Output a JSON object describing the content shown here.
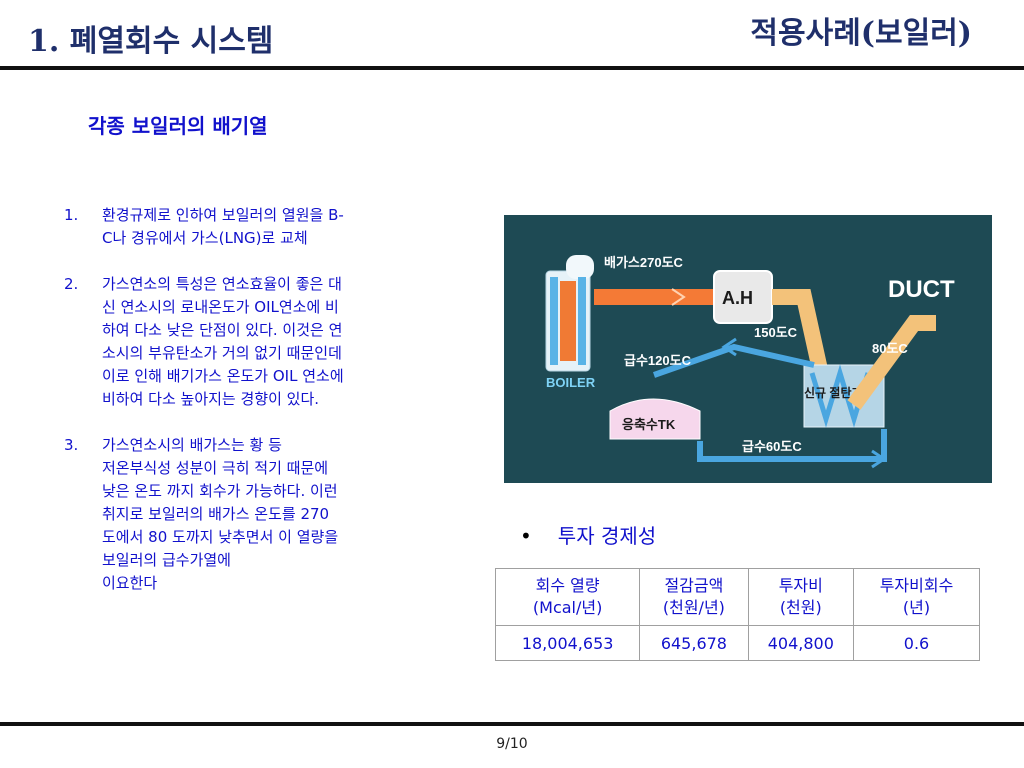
{
  "header": {
    "title": "1. 폐열회수 시스템",
    "subtitle": "적용사례(보일러)"
  },
  "section": {
    "heading": "각종 보일러의 배기열",
    "items": [
      {
        "num": "1.",
        "text": "환경규제로 인하여 보일러의 열원을 B-\nC나 경유에서 가스(LNG)로 교체"
      },
      {
        "num": "2.",
        "text": "가스연소의 특성은 연소효율이 좋은 대\n신 연소시의 로내온도가 OIL연소에 비\n하여 다소 낮은 단점이 있다. 이것은 연\n소시의 부유탄소가 거의 없기 때문인데\n이로 인해 배기가스 온도가 OIL 연소에\n비하여 다소 높아지는 경향이 있다."
      },
      {
        "num": "3.",
        "text": "가스연소시의 배가스는 황 등\n저온부식성 성분이 극히 적기 때문에\n낮은 온도 까지 회수가 가능하다. 이런\n취지로 보일러의 배가스 온도를 270\n도에서 80 도까지 낮추면서 이 열량을\n보일러의   급수가열에\n이요한다"
      }
    ]
  },
  "diagram": {
    "boiler_label": "BOILER",
    "exhaust_label": "배가스270도C",
    "ah_label": "A.H",
    "duct_label": "DUCT",
    "temp_150_label": "150도C",
    "temp_80_label": "80도C",
    "feed_120_label": "급수120도C",
    "economizer_label": "신규 절탄기",
    "tank_label": "응축수TK",
    "feed_60_label": "급수60도C",
    "colors": {
      "background": "#1e4a54",
      "hot_gas": "#f47a36",
      "cool_gas": "#f3c27a",
      "water": "#4aa6e0"
    }
  },
  "economics": {
    "heading": "투자 경제성",
    "columns": [
      {
        "line1": "회수 열량",
        "line2": "(Mcal/년)"
      },
      {
        "line1": "절감금액",
        "line2": "(천원/년)"
      },
      {
        "line1": "투자비",
        "line2": "(천원)"
      },
      {
        "line1": "투자비회수",
        "line2": "(년)"
      }
    ],
    "row": [
      "18,004,653",
      "645,678",
      "404,800",
      "0.6"
    ]
  },
  "footer": {
    "page": "9/10"
  }
}
